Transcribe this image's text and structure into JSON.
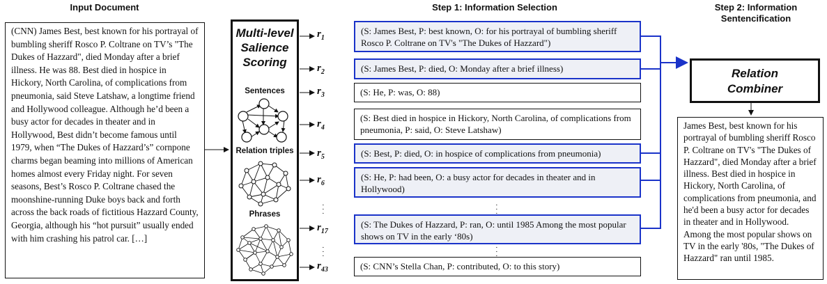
{
  "headers": {
    "input": "Input Document",
    "step1": "Step 1: Information Selection",
    "step2_line1": "Step 2: Information",
    "step2_line2": "Sentencification"
  },
  "input_document": "(CNN) James Best, best known for his portrayal of bumbling sheriff Rosco P. Coltrane on TV’s \"The Dukes of Hazzard\", died Monday after a brief illness. He was 88. Best died in hospice in Hickory, North Carolina, of complications from pneumonia, said Steve Latshaw, a longtime friend and Hollywood colleague. Although he’d been a busy actor for decades in theater and in Hollywood, Best didn’t become famous until 1979, when “The Dukes of Hazzard’s” cornpone charms began beaming into millions of American homes almost every Friday night. For seven seasons, Best’s Rosco P. Coltrane chased the moonshine-running Duke boys back and forth across the back roads of fictitious Hazzard County, Georgia, although his “hot pursuit” usually ended with him crashing his patrol car. […]",
  "scoring": {
    "title_line1": "Multi-level",
    "title_line2": "Salience",
    "title_line3": "Scoring",
    "levels": [
      "Sentences",
      "Relation triples",
      "Phrases"
    ]
  },
  "relations": [
    {
      "label": "r",
      "sub": "1",
      "text": "(S: James Best, P: best known, O: for his portrayal of bumbling sheriff Rosco P. Coltrane on TV's \"The Dukes of Hazzard\")",
      "selected": true
    },
    {
      "label": "r",
      "sub": "2",
      "text": "(S: James Best, P: died, O: Monday after a brief illness)",
      "selected": true
    },
    {
      "label": "r",
      "sub": "3",
      "text": "(S: He, P: was, O: 88)",
      "selected": false
    },
    {
      "label": "r",
      "sub": "4",
      "text": "(S: Best died in hospice in Hickory, North Carolina, of complications from pneumonia, P: said, O: Steve Latshaw)",
      "selected": false
    },
    {
      "label": "r",
      "sub": "5",
      "text": "(S: Best, P: died, O: in hospice of complications from pneumonia)",
      "selected": true
    },
    {
      "label": "r",
      "sub": "6",
      "text": "(S: He, P: had been, O: a busy actor for decades in theater and in Hollywood)",
      "selected": true
    },
    {
      "label": "r",
      "sub": "17",
      "text": "(S: The Dukes of Hazzard, P: ran, O: until 1985 Among the most popular shows on TV in the early ‘80s)",
      "selected": true
    },
    {
      "label": "r",
      "sub": "43",
      "text": "(S: CNN’s Stella Chan, P: contributed, O: to this story)",
      "selected": false
    }
  ],
  "combiner": {
    "line1": "Relation",
    "line2": "Combiner"
  },
  "output_summary": "James Best, best known for his portrayal of bumbling sheriff Rosco P. Coltrane on TV's \"The Dukes of Hazzard\", died Monday after a brief illness. Best died in hospice in Hickory, North Carolina, of complications from pneumonia, and he'd been a busy actor for decades in theater and in Hollywood. Among the most popular shows on TV in the early '80s, \"The Dukes of Hazzard\" ran until 1985.",
  "colors": {
    "selected_border": "#1a33c9",
    "selected_fill": "#eef0f6",
    "text": "#111111"
  }
}
